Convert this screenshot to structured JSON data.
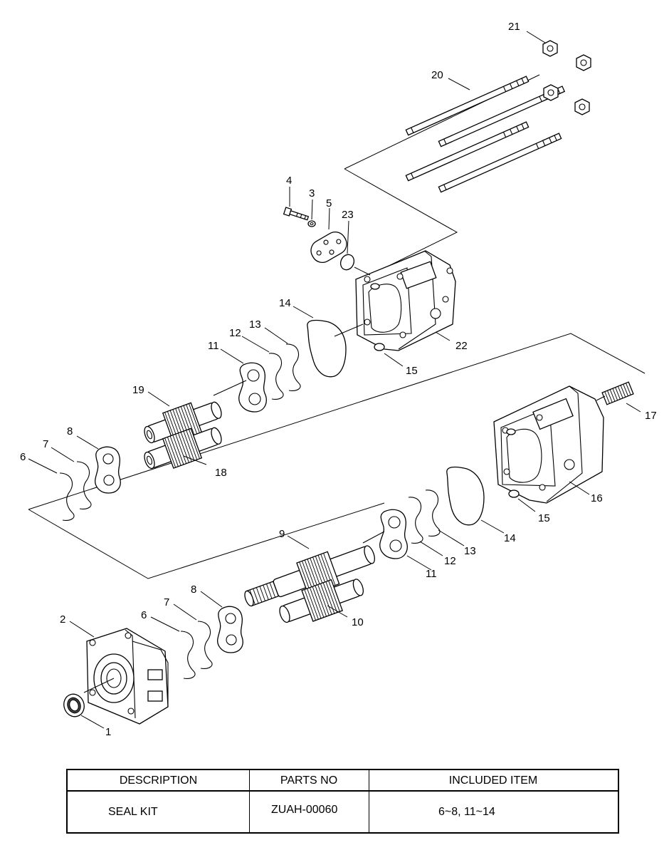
{
  "diagram": {
    "callouts": {
      "c1": "1",
      "c2": "2",
      "c3": "3",
      "c4": "4",
      "c5": "5",
      "c6a": "6",
      "c6b": "6",
      "c7a": "7",
      "c7b": "7",
      "c8a": "8",
      "c8b": "8",
      "c9": "9",
      "c10": "10",
      "c11a": "11",
      "c11b": "11",
      "c12a": "12",
      "c12b": "12",
      "c13a": "13",
      "c13b": "13",
      "c14a": "14",
      "c14b": "14",
      "c15a": "15",
      "c15b": "15",
      "c16": "16",
      "c17": "17",
      "c18": "18",
      "c19": "19",
      "c20": "20",
      "c21": "21",
      "c22": "22",
      "c23": "23"
    }
  },
  "table": {
    "headers": {
      "description": "DESCRIPTION",
      "parts_no": "PARTS NO",
      "included_item": "INCLUDED ITEM"
    },
    "rows": [
      {
        "description": "SEAL KIT",
        "parts_no": "ZUAH-00060",
        "included_item": "6~8, 11~14"
      }
    ]
  }
}
